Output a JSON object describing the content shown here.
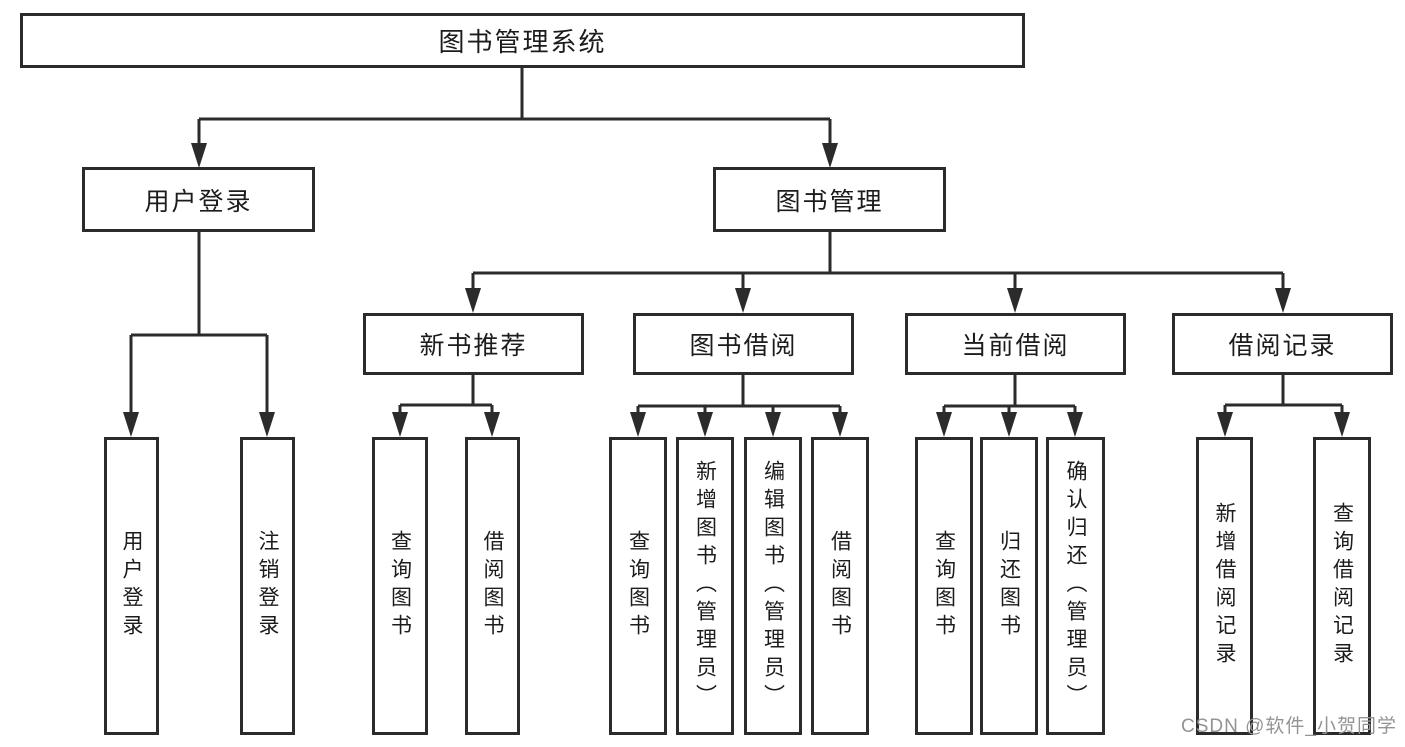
{
  "diagram": {
    "type": "tree",
    "line_color": "#2b2b2b",
    "box_fill": "#ffffff",
    "text_color": "#1c1c1c",
    "tree": {
      "label": "图书管理系统",
      "children": [
        {
          "label": "用户登录",
          "children": [
            {
              "label": "用户登录"
            },
            {
              "label": "注销登录"
            }
          ]
        },
        {
          "label": "图书管理",
          "children": [
            {
              "label": "新书推荐",
              "children": [
                {
                  "label": "查询图书"
                },
                {
                  "label": "借阅图书"
                }
              ]
            },
            {
              "label": "图书借阅",
              "children": [
                {
                  "label": "查询图书"
                },
                {
                  "label": "新增图书（管理员）"
                },
                {
                  "label": "编辑图书（管理员）"
                },
                {
                  "label": "借阅图书"
                }
              ]
            },
            {
              "label": "当前借阅",
              "children": [
                {
                  "label": "查询图书"
                },
                {
                  "label": "归还图书"
                },
                {
                  "label": "确认归还（管理员）"
                }
              ]
            },
            {
              "label": "借阅记录",
              "children": [
                {
                  "label": "新增借阅记录"
                },
                {
                  "label": "查询借阅记录"
                }
              ]
            }
          ]
        }
      ]
    },
    "watermark": {
      "text": "CSDN @软件_小贺同学",
      "color": "#949494"
    }
  }
}
